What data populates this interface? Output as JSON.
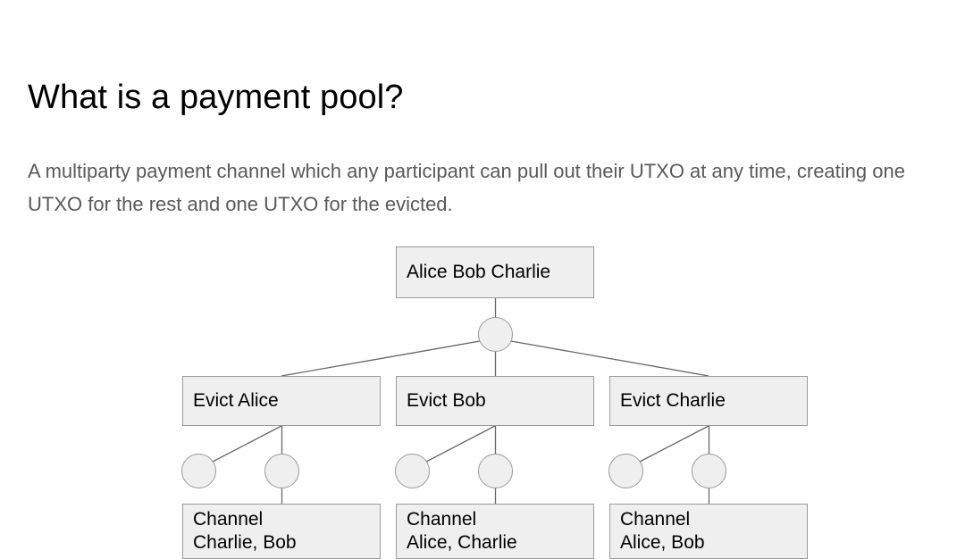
{
  "slide": {
    "title": "What is a payment pool?",
    "body": "A multiparty payment channel which any participant can pull out their UTXO at any time, creating one UTXO for the rest and one UTXO for the evicted."
  },
  "diagram": {
    "root_box": {
      "label": "Alice Bob Charlie"
    },
    "root_hub": {
      "label": "utxo-node"
    },
    "branches": [
      {
        "evict_label": "Evict Alice",
        "utxo_left": "utxo-node",
        "utxo_right": "utxo-node",
        "channel_line1": "Channel",
        "channel_line2": "Charlie, Bob"
      },
      {
        "evict_label": "Evict Bob",
        "utxo_left": "utxo-node",
        "utxo_right": "utxo-node",
        "channel_line1": "Channel",
        "channel_line2": "Alice, Charlie"
      },
      {
        "evict_label": "Evict Charlie",
        "utxo_left": "utxo-node",
        "utxo_right": "utxo-node",
        "channel_line1": "Channel",
        "channel_line2": "Alice, Bob"
      }
    ]
  },
  "colors": {
    "title_text": "#000000",
    "body_text": "#595959",
    "node_fill": "#efefef",
    "node_border": "#9a9a9a",
    "edge": "#666666",
    "background": "#ffffff"
  }
}
